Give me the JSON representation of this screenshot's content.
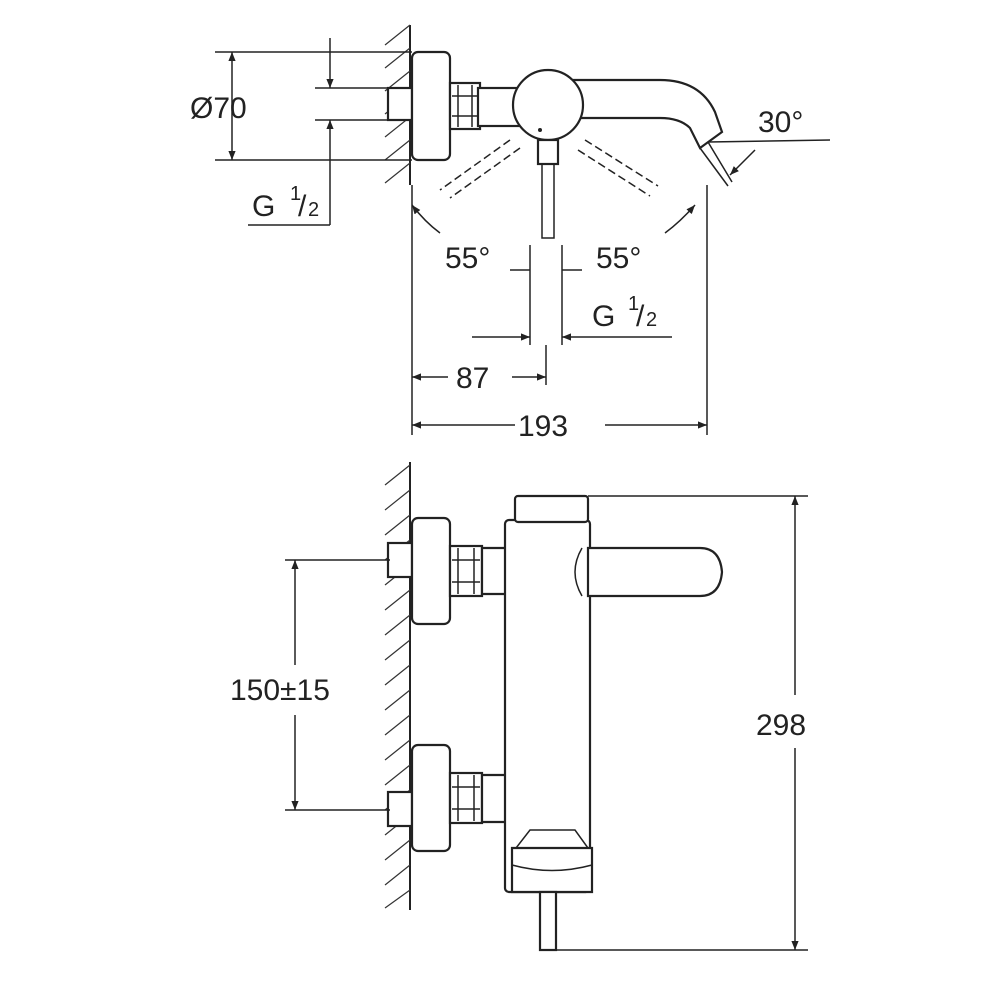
{
  "labels": {
    "diameter": "Ø70",
    "thread_left_main": "G",
    "thread_left_num": "1",
    "thread_left_den": "2",
    "angle_spout": "30°",
    "angle_left": "55°",
    "angle_right": "55°",
    "thread_bottom_main": "G",
    "thread_bottom_num": "1",
    "thread_bottom_den": "2",
    "dim_87": "87",
    "dim_193": "193",
    "dim_150": "150±15",
    "dim_298": "298"
  },
  "colors": {
    "line": "#222222",
    "background": "#ffffff"
  }
}
